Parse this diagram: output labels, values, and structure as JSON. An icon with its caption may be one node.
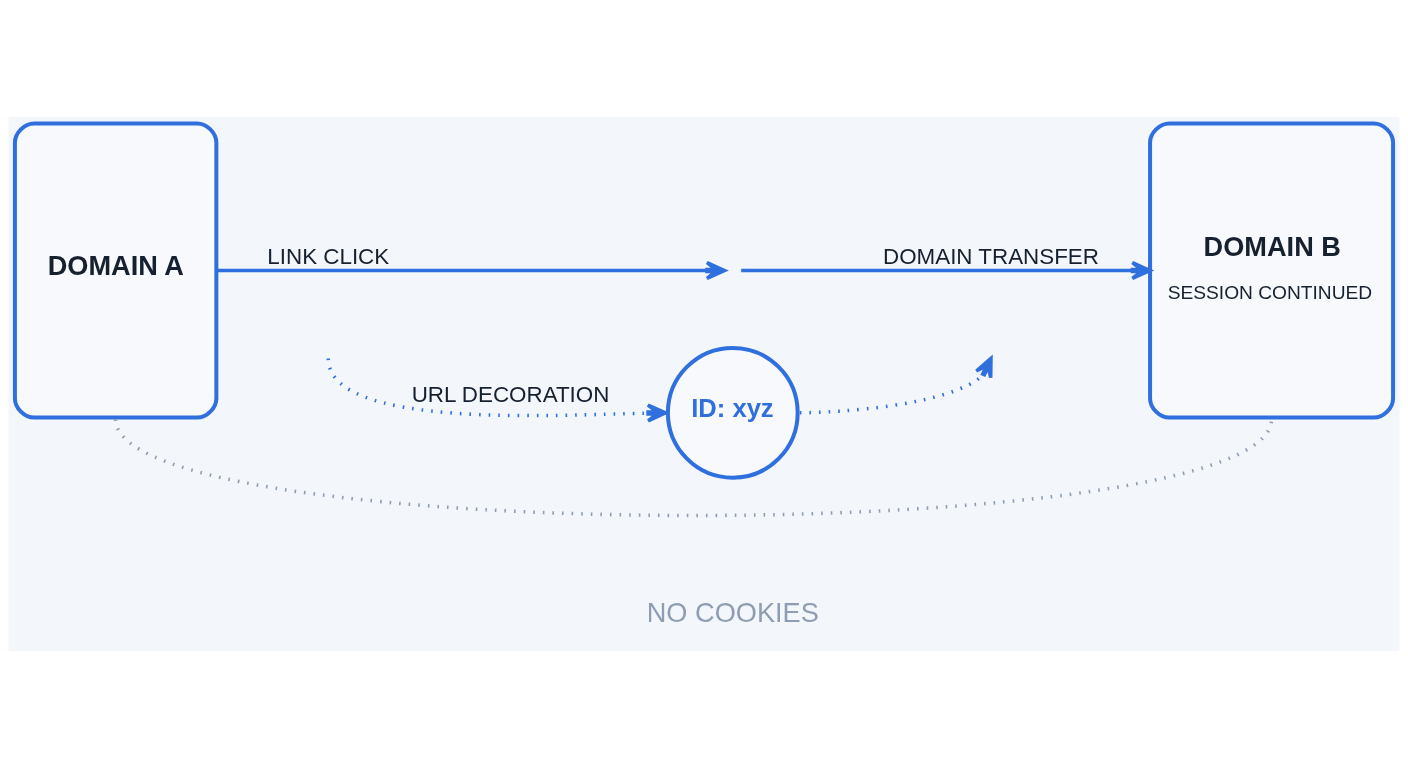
{
  "diagram": {
    "nodes": [
      {
        "text": [
          "DOMAIN A"
        ]
      },
      {
        "text": [
          "ID: xyz"
        ]
      },
      {
        "text": [
          "DOMAIN B",
          "SESSION CONTINUED"
        ]
      }
    ],
    "edges": [
      {
        "from": 0,
        "to": null,
        "arrow": "to",
        "label": "LINK CLICK"
      },
      {
        "from": null,
        "to": 2,
        "arrow": "to",
        "label": "DOMAIN TRANSFER"
      },
      {
        "from": null,
        "to": 1,
        "arrow": "to",
        "label": "URL DECORATION",
        "style": "dashed"
      },
      {
        "from": 1,
        "to": null,
        "arrow": "to",
        "style": "dashed"
      },
      {
        "from": 0,
        "to": 2,
        "arrow": "none",
        "style": "dashed",
        "color": "#8f9db3"
      }
    ],
    "labels": [
      "NO COOKIES"
    ]
  }
}
